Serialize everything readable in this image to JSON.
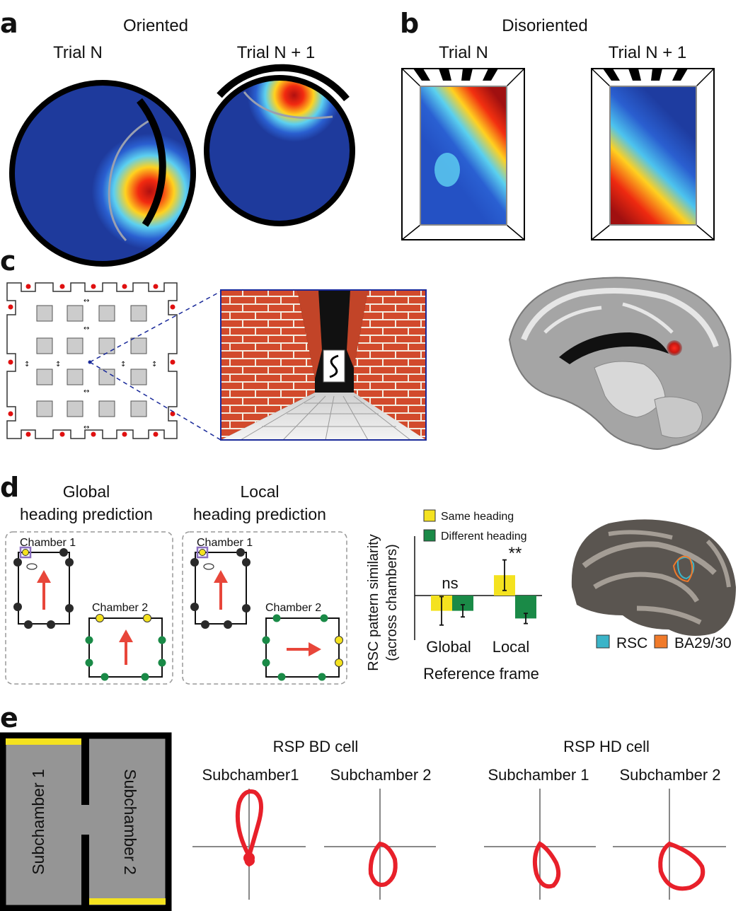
{
  "panels": {
    "a": {
      "letter": "a",
      "title": "Oriented",
      "trial1": "Trial N",
      "trial2": "Trial N + 1"
    },
    "b": {
      "letter": "b",
      "title": "Disoriented",
      "trial1": "Trial N",
      "trial2": "Trial N + 1"
    },
    "c": {
      "letter": "c"
    },
    "d": {
      "letter": "d",
      "global_title_1": "Global",
      "global_title_2": "heading prediction",
      "local_title_1": "Local",
      "local_title_2": "heading prediction",
      "chamber1": "Chamber 1",
      "chamber2": "Chamber 2",
      "legend_same": "Same heading",
      "legend_diff": "Different heading",
      "ylabel_1": "RSC pattern similarity",
      "ylabel_2": "(across chambers)",
      "xlabel": "Reference frame",
      "annot_ns": "ns",
      "annot_sig": "**",
      "brain_legend_rsc": "RSC",
      "brain_legend_ba": "BA29/30"
    },
    "e": {
      "letter": "e",
      "sub1": "Subchamber 1",
      "sub2": "Subchamber 2",
      "bd_title": "RSP BD cell",
      "hd_title": "RSP HD cell",
      "bd_label1": "Subchamber1",
      "bd_label2": "Subchamber 2",
      "hd_label1": "Subchamber 1",
      "hd_label2": "Subchamber 2"
    }
  },
  "colors": {
    "yellow": "#f4e21f",
    "green": "#1a8a47",
    "red_arrow": "#e8463a",
    "polar_red": "#e8202a",
    "rsc_cyan": "#3bb4c8",
    "ba_orange": "#f07a2a"
  },
  "chart_data": {
    "type": "bar",
    "categories": [
      "Global",
      "Local"
    ],
    "series": [
      {
        "name": "Same heading",
        "values": [
          -0.3,
          0.4
        ],
        "errors": [
          0.28,
          0.3
        ]
      },
      {
        "name": "Different heading",
        "values": [
          -0.3,
          -0.45
        ],
        "errors": [
          0.12,
          0.1
        ]
      }
    ],
    "ylabel": "RSC pattern similarity (across chambers)",
    "xlabel": "Reference frame",
    "ylim": [
      -1,
      1
    ],
    "annotations": [
      "ns",
      "**"
    ],
    "legend": "top"
  }
}
